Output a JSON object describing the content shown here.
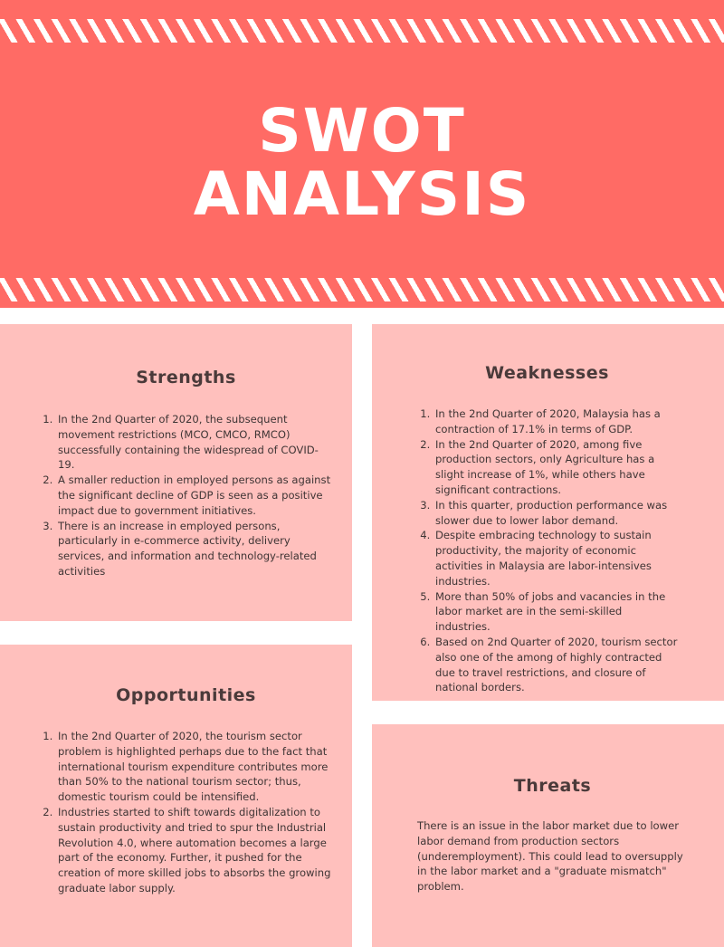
{
  "title": {
    "line1": "SWOT",
    "line2": "ANALYSIS"
  },
  "strengths": {
    "heading": "Strengths",
    "items": [
      "In the 2nd Quarter of 2020, the subsequent movement restrictions (MCO, CMCO, RMCO) successfully containing the widespread of COVID-19.",
      "A smaller reduction in employed persons as against the significant decline of GDP is seen as a positive impact due to government initiatives.",
      "There is an increase in employed persons, particularly in e-commerce activity, delivery services, and information and technology-related activities"
    ]
  },
  "weaknesses": {
    "heading": "Weaknesses",
    "items": [
      "In the 2nd Quarter of 2020, Malaysia has a contraction of 17.1% in terms of GDP.",
      "In the 2nd Quarter of 2020, among five production sectors, only Agriculture has a slight increase of 1%, while others have significant contractions.",
      "In this quarter, production performance was slower due to lower labor demand.",
      "Despite embracing technology to sustain productivity, the majority of economic activities in Malaysia are labor-intensives industries.",
      "More than 50% of jobs and vacancies in the labor market are in the semi-skilled industries.",
      "Based on 2nd Quarter of 2020, tourism sector also one of the among of highly contracted due to travel restrictions, and closure of national borders."
    ]
  },
  "opportunities": {
    "heading": "Opportunities",
    "items": [
      "In the 2nd Quarter of 2020, the tourism sector problem is highlighted perhaps due to the fact that international tourism expenditure contributes more than 50% to the national tourism sector; thus, domestic tourism could be intensified.",
      "Industries started to shift towards digitalization to sustain productivity and tried to spur the Industrial Revolution 4.0, where automation becomes a large part of the economy. Further, it pushed for the creation of more skilled jobs to absorbs the growing graduate labor supply."
    ]
  },
  "threats": {
    "heading": "Threats",
    "text": "There is an issue in the labor market due to lower labor demand from production sectors (underemployment). This could lead to oversupply in the labor market and a \"graduate mismatch\" problem."
  },
  "colors": {
    "header": "#ff6b65",
    "card": "#ffc0bd",
    "heading_text": "#4a3a3a"
  }
}
